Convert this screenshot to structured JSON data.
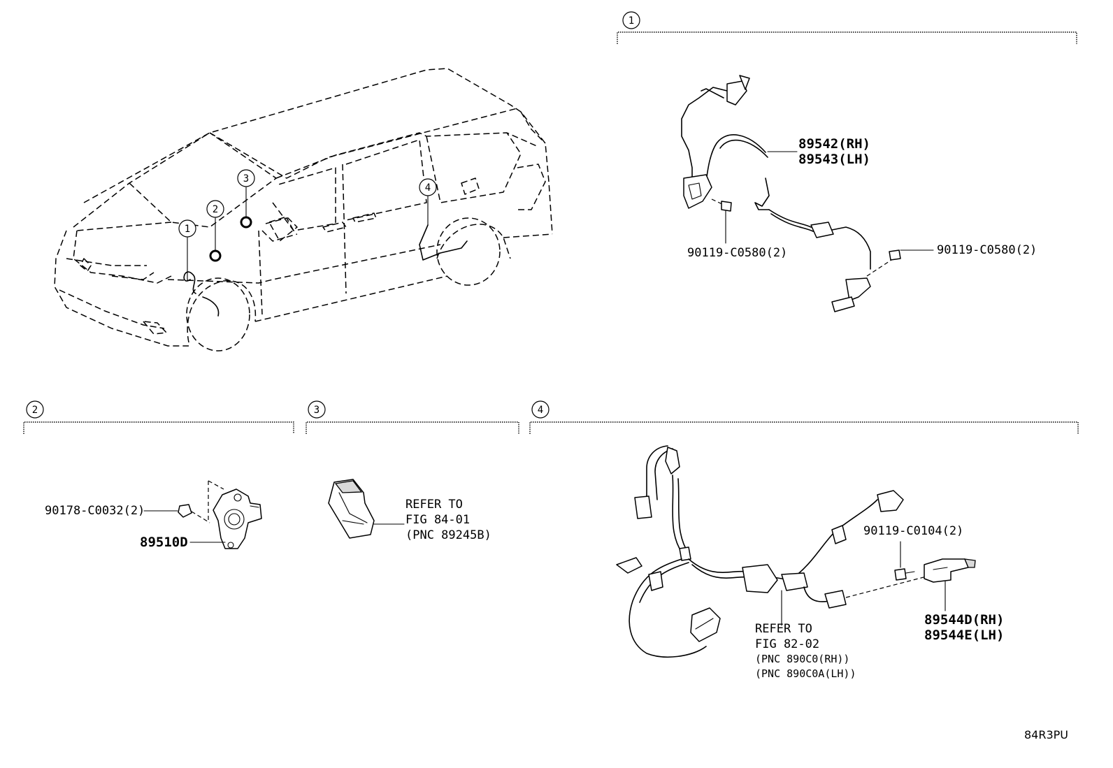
{
  "callouts": {
    "c1": "1",
    "c2": "2",
    "c3": "3",
    "c4": "4"
  },
  "section1": {
    "part_rh": "89542(RH)",
    "part_lh": "89543(LH)",
    "bolt_left": "90119-C0580(2)",
    "bolt_right": "90119-C0580(2)"
  },
  "section2": {
    "nut": "90178-C0032(2)",
    "sensor": "89510D"
  },
  "section3": {
    "refer_line1": "REFER TO",
    "refer_line2": "FIG 84-01",
    "refer_line3": "(PNC 89245B)"
  },
  "section4": {
    "bolt": "90119-C0104(2)",
    "part_rh": "89544D(RH)",
    "part_lh": "89544E(LH)",
    "refer_line1": "REFER TO",
    "refer_line2": "FIG 82-02",
    "refer_line3": "(PNC 890C0(RH))",
    "refer_line4": "(PNC 890C0A(LH))"
  },
  "figure_code": "84R3PU"
}
